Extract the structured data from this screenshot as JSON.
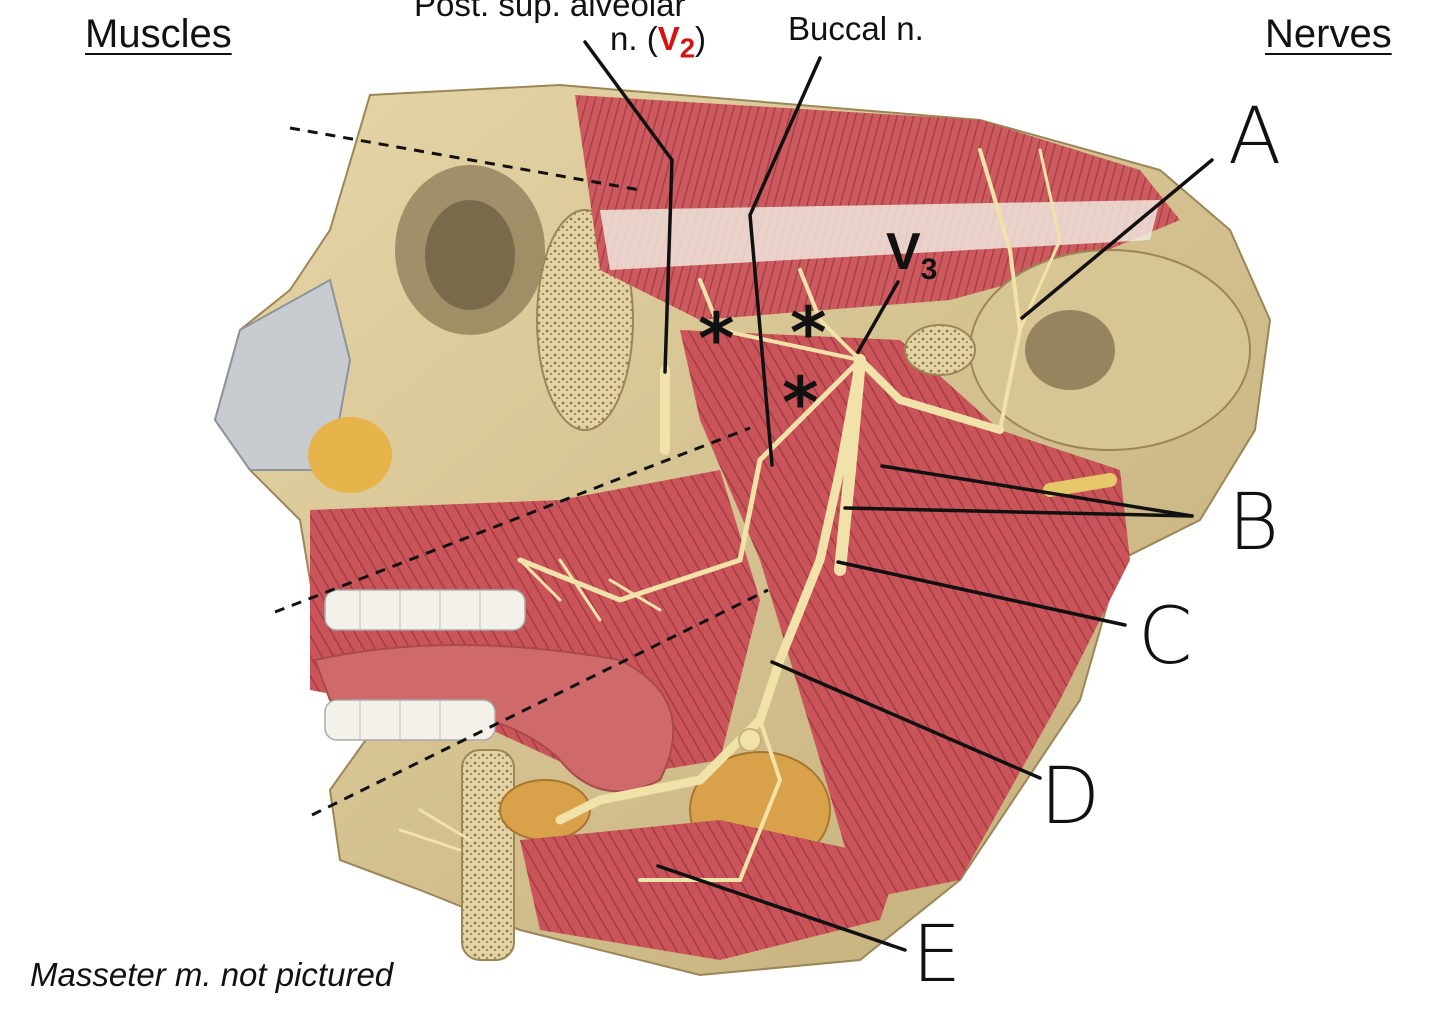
{
  "headers": {
    "muscles": "Muscles",
    "nerves": "Nerves"
  },
  "labels": {
    "post_sup_alveolar_line1": "Post. sup. alveolar",
    "post_sup_alveolar_line2_prefix": "n. (",
    "post_sup_alveolar_v2": "V",
    "post_sup_alveolar_v2_sub": "2",
    "post_sup_alveolar_line2_suffix": ")",
    "buccal": "Buccal n.",
    "v3": "V",
    "v3_sub": "3"
  },
  "letters": [
    "A",
    "B",
    "C",
    "D",
    "E"
  ],
  "stars": [
    "*",
    "*",
    "*"
  ],
  "footnote": "Masseter m. not pictured",
  "colors": {
    "bone": "#d9c79a",
    "muscle": "#c9555a",
    "muscle_dark": "#9c3036",
    "nerve": "#f0e2a8",
    "gland": "#d9a24a",
    "accent_red": "#d21414"
  }
}
